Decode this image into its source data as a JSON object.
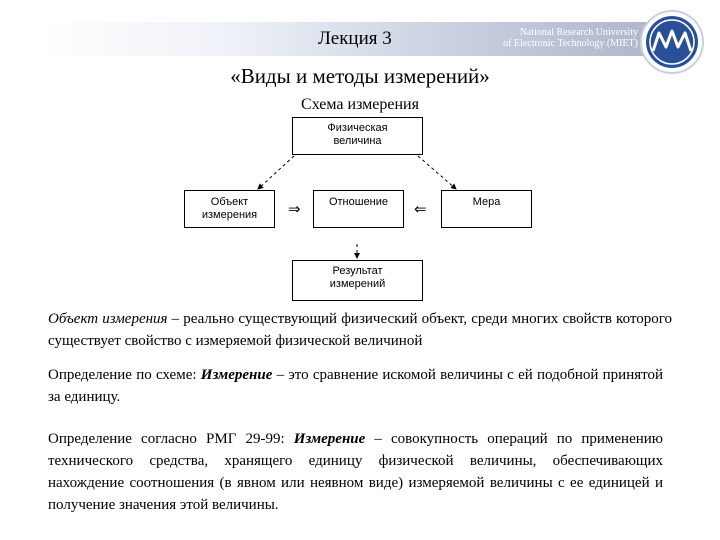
{
  "header": {
    "lecture": "Лекция 3",
    "university_line1": "National Research University",
    "university_line2": "of Electronic Technology (MIET)",
    "logo_icon": "miet-logo-icon",
    "accent": "#2a4f9a"
  },
  "title": "«Виды и методы измерений»",
  "subtitle": "Схема измерения",
  "diagram": {
    "physical_quantity": [
      "Физическая",
      "величина"
    ],
    "object": [
      "Объект",
      "измерения"
    ],
    "relation": "Отношение",
    "measure": "Мера",
    "result": [
      "Результат",
      "измерений"
    ],
    "arrow_right": "⇒",
    "arrow_left": "⇐"
  },
  "paragraphs": {
    "object_term": "Объект измерения",
    "object_rest": " – реально существующий физический объект, среди многих свойств которого существует свойство с измеряемой физической величиной",
    "def1_lead": "Определение по схеме: ",
    "def1_term": "Измерение",
    "def1_rest": " – это сравнение искомой величины с ей подобной принятой за единицу.",
    "def2_lead": "Определение согласно РМГ 29-99: ",
    "def2_term": "Измерение",
    "def2_rest": " – совокупность операций по применению технического средства, хранящего единицу физической величины, обеспечивающих нахождение соотношения (в явном или неявном виде) измеряемой величины с ее единицей и получение значения этой величины."
  }
}
